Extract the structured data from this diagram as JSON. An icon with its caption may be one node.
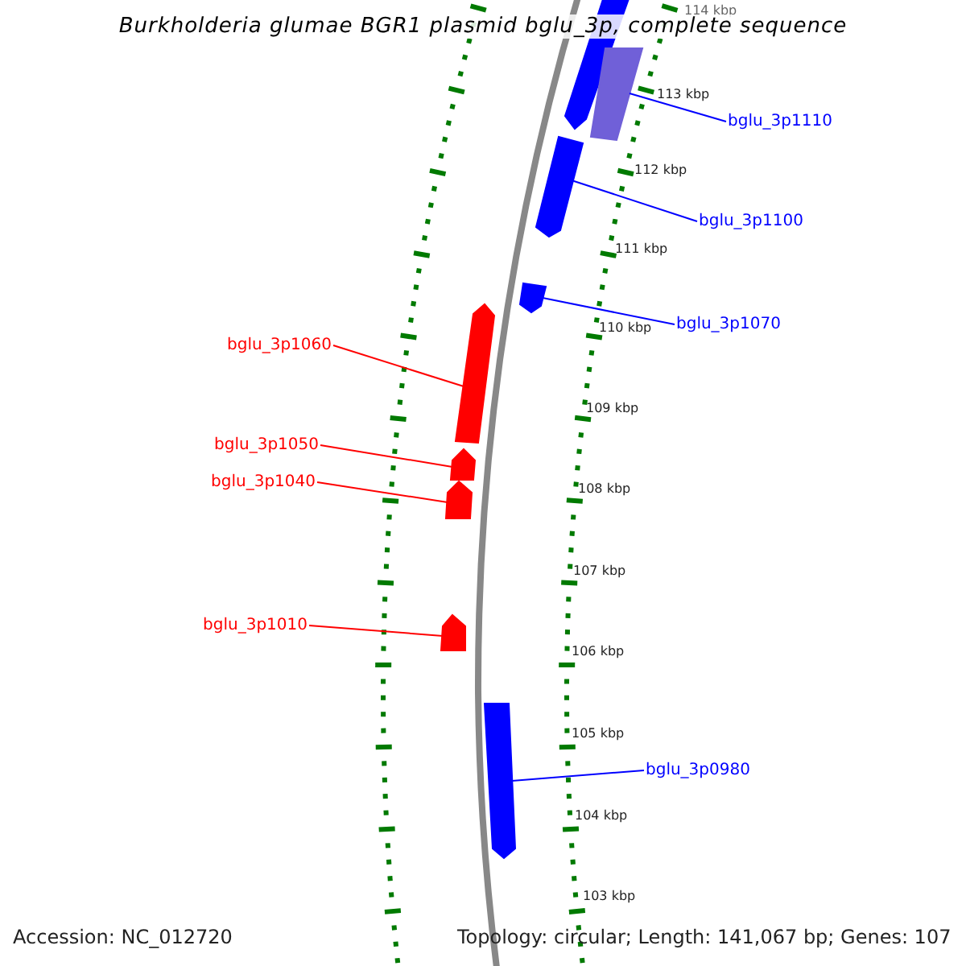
{
  "diagram": {
    "title": "Burkholderia glumae BGR1 plasmid bglu_3p, complete sequence",
    "nodes": [
      {
        "text": [],
        "shape": "arrow"
      },
      {
        "text": [],
        "shape": "arrow"
      },
      {
        "text": [
          "bglu_3p1110"
        ]
      },
      {
        "text": [],
        "shape": "arrow"
      },
      {
        "text": [
          "bglu_3p1100"
        ]
      },
      {
        "text": [],
        "shape": "arrow"
      },
      {
        "text": [
          "bglu_3p1070"
        ]
      },
      {
        "text": [],
        "shape": "arrow"
      },
      {
        "text": [
          "bglu_3p1060"
        ]
      },
      {
        "text": [],
        "shape": "arrow"
      },
      {
        "text": [
          "bglu_3p1050"
        ]
      },
      {
        "text": [],
        "shape": "arrow"
      },
      {
        "text": [
          "bglu_3p1040"
        ]
      },
      {
        "text": [],
        "shape": "arrow"
      },
      {
        "text": [
          "bglu_3p1010"
        ]
      },
      {
        "text": [],
        "shape": "arrow"
      },
      {
        "text": [
          "bglu_3p0980"
        ]
      }
    ],
    "edges": [
      {
        "from": 2,
        "to": 1,
        "arrow": "none"
      },
      {
        "from": 4,
        "to": 3,
        "arrow": "none"
      },
      {
        "from": 6,
        "to": 5,
        "arrow": "none"
      },
      {
        "from": 8,
        "to": 7,
        "arrow": "none",
        "color": "#ff0000"
      },
      {
        "from": 10,
        "to": 9,
        "arrow": "none",
        "color": "#ff0000"
      },
      {
        "from": 12,
        "to": 11,
        "arrow": "none",
        "color": "#ff0000"
      },
      {
        "from": 14,
        "to": 13,
        "arrow": "none",
        "color": "#ff0000"
      },
      {
        "from": 16,
        "to": 15,
        "arrow": "none"
      }
    ],
    "labels": [
      "114 kbp",
      "113 kbp",
      "112 kbp",
      "111 kbp",
      "110 kbp",
      "109 kbp",
      "108 kbp",
      "107 kbp",
      "106 kbp",
      "105 kbp",
      "104 kbp",
      "103 kbp",
      "Accession: NC_012720",
      "Topology: circular; Length: 141,067 bp; Genes: 107"
    ]
  }
}
